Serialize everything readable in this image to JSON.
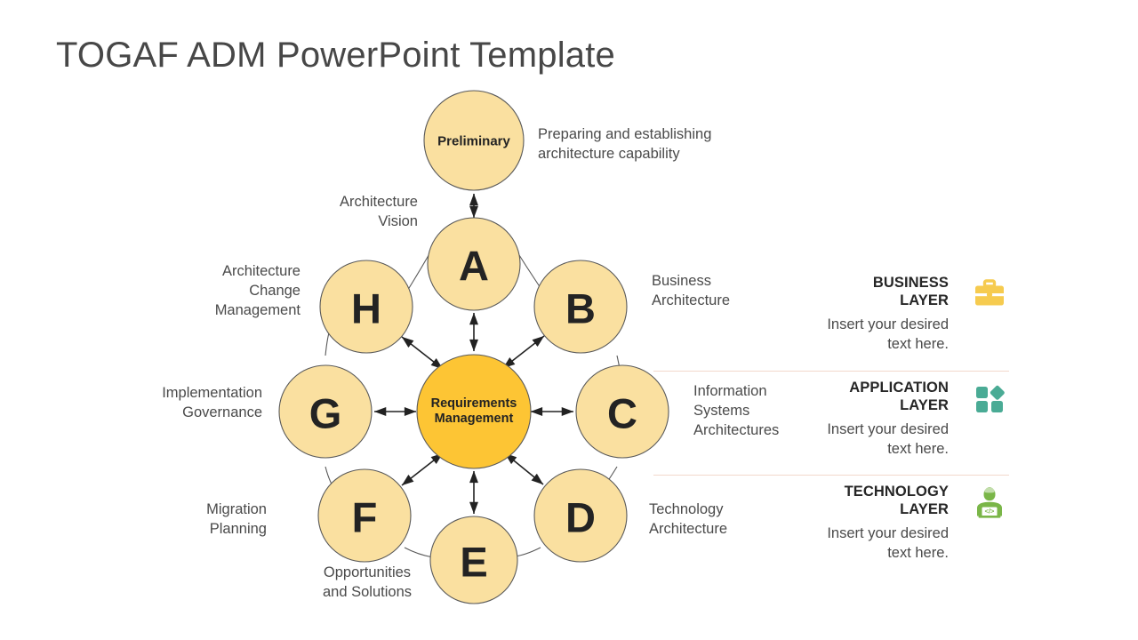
{
  "page": {
    "title": "TOGAF ADM PowerPoint Template",
    "background": "#ffffff"
  },
  "colors": {
    "ring": "#fae0a0",
    "hub": "#fdc534",
    "outline": "#595959",
    "text": "#4a4a4a",
    "title": "#474747",
    "divider": "#f2d8cc",
    "business_icon": "#f6cb4f",
    "application_icon": "#4aab95",
    "technology_icon": "#7ab648"
  },
  "diagram": {
    "hub": {
      "line1": "Requirements",
      "line2": "Management"
    },
    "preliminary": {
      "label": "Preliminary",
      "description_line1": "Preparing and establishing",
      "description_line2": "architecture capability"
    },
    "phases": [
      {
        "letter": "A",
        "label": "Architecture\nVision",
        "side": "left"
      },
      {
        "letter": "B",
        "label": "Business\nArchitecture",
        "side": "right"
      },
      {
        "letter": "C",
        "label": "Information\nSystems\nArchitectures",
        "side": "right"
      },
      {
        "letter": "D",
        "label": "Technology\nArchitecture",
        "side": "right"
      },
      {
        "letter": "E",
        "label": "Opportunities\nand Solutions",
        "side": "bottom"
      },
      {
        "letter": "F",
        "label": "Migration\nPlanning",
        "side": "left"
      },
      {
        "letter": "G",
        "label": "Implementation\nGovernance",
        "side": "left"
      },
      {
        "letter": "H",
        "label": "Architecture\nChange\nManagement",
        "side": "left"
      }
    ]
  },
  "legend": {
    "rows": [
      {
        "title": "BUSINESS\nLAYER",
        "description": "Insert your desired\ntext here.",
        "icon": "briefcase-icon",
        "color": "#f6cb4f"
      },
      {
        "title": "APPLICATION\nLAYER",
        "description": "Insert your desired\ntext here.",
        "icon": "app-squares-icon",
        "color": "#4aab95"
      },
      {
        "title": "TECHNOLOGY\nLAYER",
        "description": "Insert your desired\ntext here.",
        "icon": "developer-icon",
        "color": "#7ab648"
      }
    ]
  }
}
